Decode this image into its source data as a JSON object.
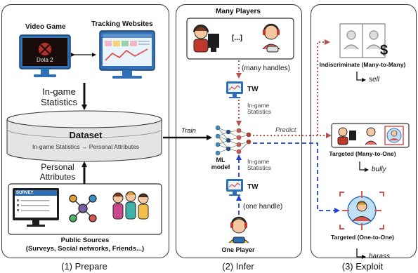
{
  "panels": {
    "prepare": {
      "caption": "(1)  Prepare"
    },
    "infer": {
      "caption": "(2)  Infer",
      "title": "Many Players"
    },
    "exploit": {
      "caption": "(3)  Exploit"
    }
  },
  "prepare": {
    "video_game_label": "Video Game",
    "game_screen_text": "Dota 2",
    "tracking_label": "Tracking Websites",
    "ingame_stats_label_1": "In-game",
    "ingame_stats_label_2": "Statistics",
    "dataset_title": "Dataset",
    "dataset_subtitle": "In-game Statistics → Personal Attributes",
    "personal_attr_label_1": "Personal",
    "personal_attr_label_2": "Attributes",
    "survey_text": "SURVEY",
    "public_sources_line1": "Public Sources",
    "public_sources_line2": "(Surveys, Social networks, Friends...)"
  },
  "infer": {
    "ellipsis": "[...]",
    "many_handles": "(many handles)",
    "tw_label_top": "TW",
    "ingame_top_1": "In-game",
    "ingame_top_2": "Statistics",
    "train_label": "Train",
    "predict_label": "Predict",
    "ml_label_1": "ML",
    "ml_label_2": "model",
    "ingame_bottom_1": "In-game",
    "ingame_bottom_2": "Statistics",
    "tw_label_bottom": "TW",
    "one_handle": "(one handle)",
    "one_player": "One Player"
  },
  "exploit": {
    "indiscriminate": "Indiscriminate (Many-to-Many)",
    "sell": "sell",
    "targeted_many_one": "Targeted (Many-to-One)",
    "bully": "bully",
    "targeted_one_one": "Targeted (One-to-One)",
    "harass": "harass",
    "dollar": "$"
  },
  "colors": {
    "dotted_arrow": "#b5524a",
    "dashed_arrow": "#1f3fd6",
    "monitor_blue": "#2f6fb6",
    "panel_border": "#333333"
  }
}
